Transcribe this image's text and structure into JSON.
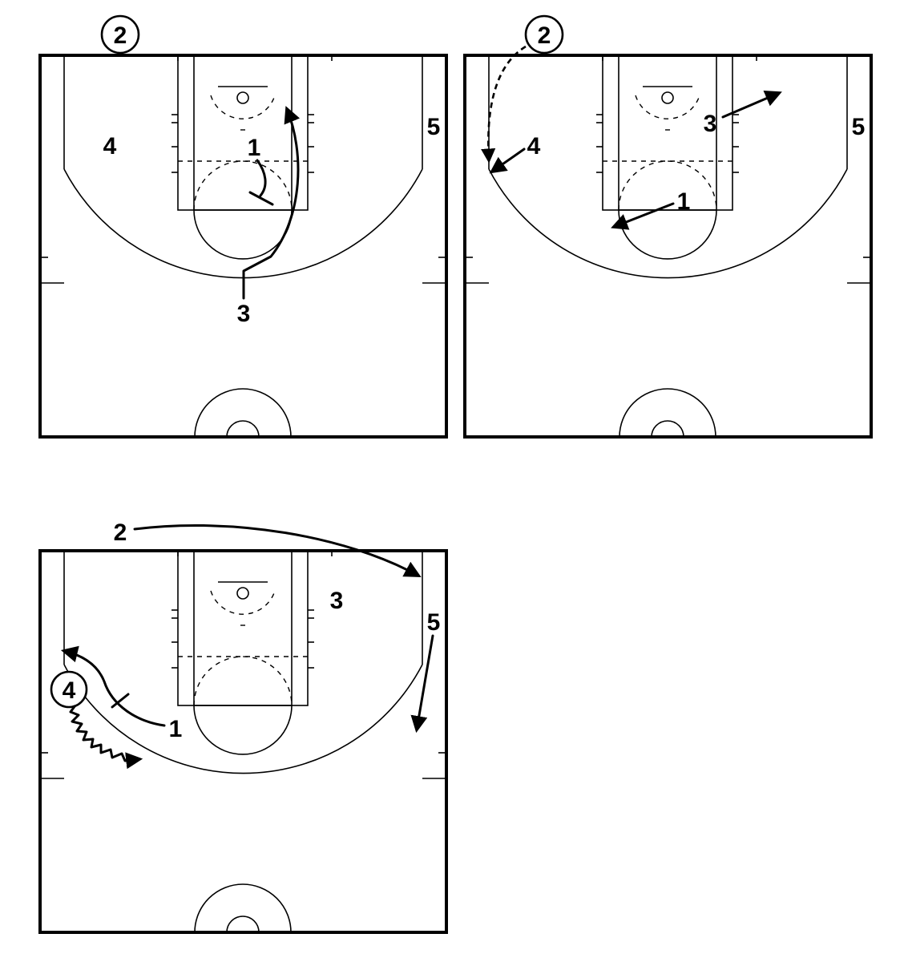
{
  "diagrams": [
    {
      "id": "play-1",
      "players": {
        "p2": "2",
        "p4": "4",
        "p5": "5",
        "p1": "1",
        "p3": "3"
      }
    },
    {
      "id": "play-2",
      "players": {
        "p2": "2",
        "p4": "4",
        "p5": "5",
        "p1": "1",
        "p3": "3"
      }
    },
    {
      "id": "play-3",
      "players": {
        "p2": "2",
        "p4": "4",
        "p5": "5",
        "p1": "1",
        "p3": "3"
      }
    }
  ]
}
